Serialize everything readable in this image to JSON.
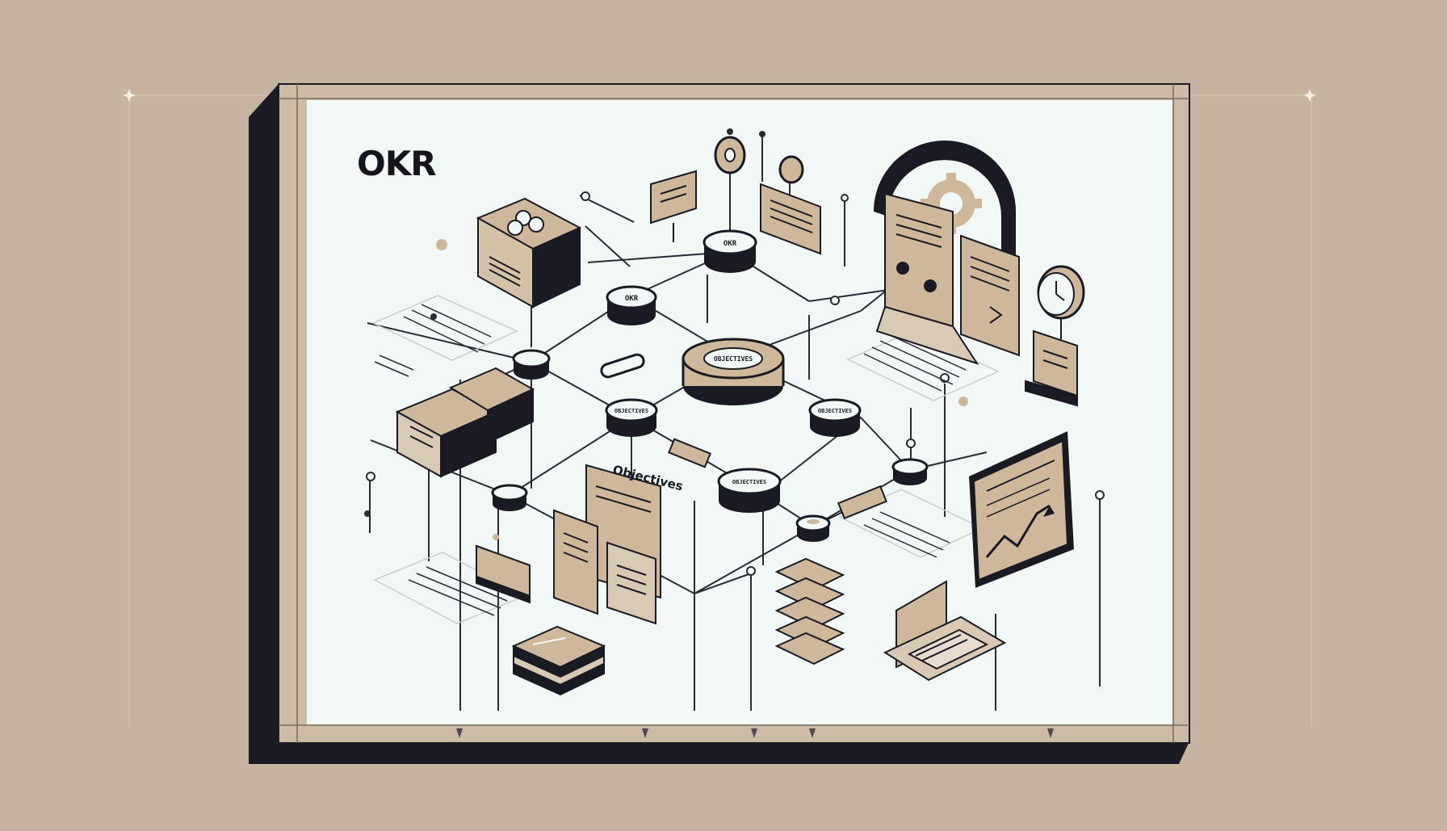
{
  "diagram": {
    "title": "OKR",
    "node_labels": {
      "top": "OKR",
      "left_mid": "OKR",
      "center": "OBJECTIVES",
      "left_lower": "OBJECTIVES",
      "right_mid": "OBJECTIVES",
      "center_lower": "OBJECTIVES"
    },
    "callout_label": "Objectives",
    "colors": {
      "background": "#c5b49f",
      "canvas": "#f1f8f6",
      "frame": "#ccbba5",
      "ink": "#1a1a22",
      "tan": "#cdb89c"
    },
    "icons": [
      "box-icon",
      "document-icon",
      "clock-icon",
      "gear-icon",
      "chart-icon",
      "laptop-icon",
      "stack-icon",
      "tablet-icon"
    ]
  }
}
